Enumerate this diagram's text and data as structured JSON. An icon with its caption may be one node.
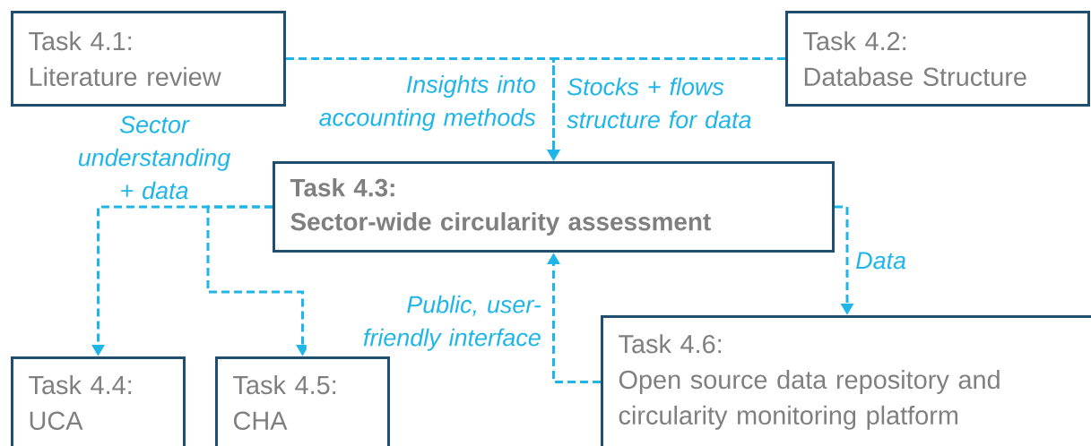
{
  "diagram": {
    "nodes": [
      {
        "text": [
          "Task 4.1:",
          "Literature review"
        ]
      },
      {
        "text": [
          "Task 4.2:",
          "Database Structure"
        ]
      },
      {
        "text": [
          "Task 4.3:",
          "Sector-wide circularity assessment"
        ]
      },
      {
        "text": [
          "Task 4.4:",
          "UCA"
        ]
      },
      {
        "text": [
          "Task 4.5:",
          "CHA"
        ]
      },
      {
        "text": [
          "Task 4.6:",
          "Open source data repository and circularity monitoring platform"
        ]
      }
    ],
    "edges": [
      {
        "from": 0,
        "to": 2,
        "arrow": "to",
        "label": "Insights into accounting methods",
        "style": "dashed"
      },
      {
        "from": 1,
        "to": 2,
        "arrow": "to",
        "label": "Stocks + flows structure for data",
        "style": "dashed"
      },
      {
        "from": 2,
        "to": 3,
        "arrow": "to",
        "label": "Sector understanding + data",
        "style": "dashed"
      },
      {
        "from": 2,
        "to": 4,
        "arrow": "to",
        "style": "dashed"
      },
      {
        "from": 2,
        "to": 5,
        "arrow": "to",
        "label": "Data",
        "style": "dashed"
      },
      {
        "from": 5,
        "to": 2,
        "arrow": "to",
        "label": "Public, user-friendly interface",
        "style": "dashed"
      }
    ]
  }
}
